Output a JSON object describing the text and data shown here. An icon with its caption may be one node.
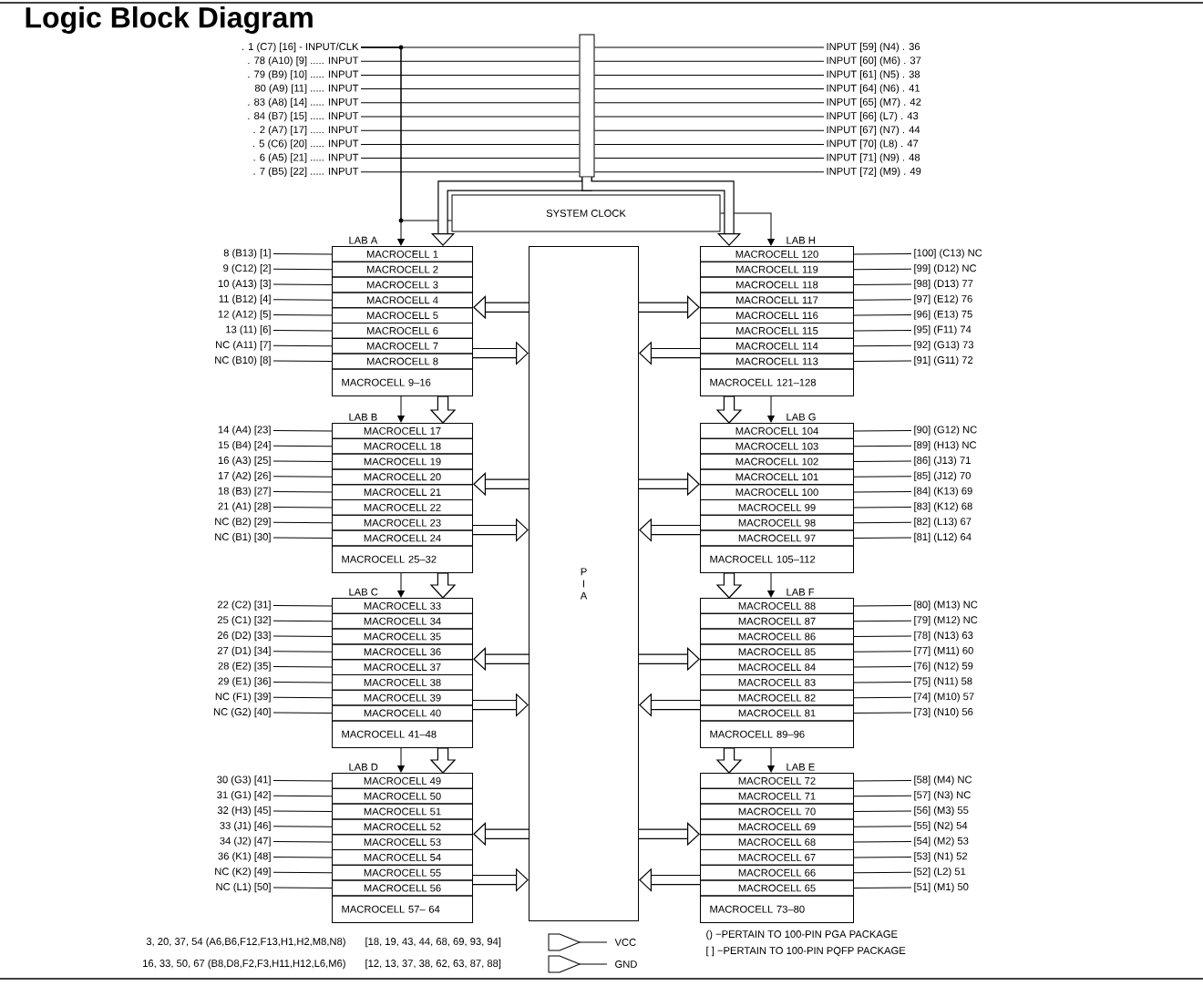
{
  "diagram": {
    "title": "Logic Block Diagram",
    "nodes": [
      {
        "text": [
          ". 1 (C7) [16] - INPUT/CLK"
        ]
      },
      {
        "text": [
          ". 78 (A10) [9] ..... INPUT"
        ]
      },
      {
        "text": [
          ". 79 (B9) [10] ..... INPUT"
        ]
      },
      {
        "text": [
          "80 (A9) [11] ..... INPUT"
        ]
      },
      {
        "text": [
          ". 83 (A8) [14] ..... INPUT"
        ]
      },
      {
        "text": [
          ". 84 (B7) [15] ..... INPUT"
        ]
      },
      {
        "text": [
          ". 2 (A7) [17] ..... INPUT"
        ]
      },
      {
        "text": [
          ". 5 (C6) [20] ..... INPUT"
        ]
      },
      {
        "text": [
          ". 6 (A5) [21] ..... INPUT"
        ]
      },
      {
        "text": [
          ". 7 (B5) [22] ..... INPUT"
        ]
      },
      {
        "text": [
          "INPUT [59] (N4) . 36"
        ]
      },
      {
        "text": [
          "INPUT [60] (M6) . 37"
        ]
      },
      {
        "text": [
          "INPUT [61] (N5) . 38"
        ]
      },
      {
        "text": [
          "INPUT [64] (N6) . 41"
        ]
      },
      {
        "text": [
          "INPUT [65] (M7) . 42"
        ]
      },
      {
        "text": [
          "INPUT [66] (L7) . 43"
        ]
      },
      {
        "text": [
          "INPUT [67] (N7) . 44"
        ]
      },
      {
        "text": [
          "INPUT [70] (L8) . 47"
        ]
      },
      {
        "text": [
          "INPUT [71] (N9) . 48"
        ]
      },
      {
        "text": [
          "INPUT [72] (M9) . 49"
        ]
      },
      {
        "text": [],
        "shape": "bar"
      },
      {
        "text": [
          "SYSTEM CLOCK"
        ]
      },
      {
        "text": [
          "LAB A"
        ]
      },
      {
        "text": [
          "MACROCELL 1"
        ],
        "in": 22
      },
      {
        "text": [
          "MACROCELL 2"
        ],
        "in": 22
      },
      {
        "text": [
          "MACROCELL 3"
        ],
        "in": 22
      },
      {
        "text": [
          "MACROCELL 4"
        ],
        "in": 22
      },
      {
        "text": [
          "MACROCELL 5"
        ],
        "in": 22
      },
      {
        "text": [
          "MACROCELL 6"
        ],
        "in": 22
      },
      {
        "text": [
          "MACROCELL 7"
        ],
        "in": 22
      },
      {
        "text": [
          "MACROCELL 8"
        ],
        "in": 22
      },
      {
        "text": [
          "MACROCELL 9–16"
        ],
        "in": 22
      },
      {
        "text": [
          "LAB H"
        ]
      },
      {
        "text": [
          "MACROCELL 120"
        ],
        "in": 32
      },
      {
        "text": [
          "MACROCELL 119"
        ],
        "in": 32
      },
      {
        "text": [
          "MACROCELL 118"
        ],
        "in": 32
      },
      {
        "text": [
          "MACROCELL 117"
        ],
        "in": 32
      },
      {
        "text": [
          "MACROCELL 116"
        ],
        "in": 32
      },
      {
        "text": [
          "MACROCELL 115"
        ],
        "in": 32
      },
      {
        "text": [
          "MACROCELL 114"
        ],
        "in": 32
      },
      {
        "text": [
          "MACROCELL 113"
        ],
        "in": 32
      },
      {
        "text": [
          "MACROCELL 121–128"
        ],
        "in": 32
      },
      {
        "text": [
          "LAB B"
        ]
      },
      {
        "text": [
          "MACROCELL 17"
        ],
        "in": 42
      },
      {
        "text": [
          "MACROCELL 18"
        ],
        "in": 42
      },
      {
        "text": [
          "MACROCELL 19"
        ],
        "in": 42
      },
      {
        "text": [
          "MACROCELL 20"
        ],
        "in": 42
      },
      {
        "text": [
          "MACROCELL 21"
        ],
        "in": 42
      },
      {
        "text": [
          "MACROCELL 22"
        ],
        "in": 42
      },
      {
        "text": [
          "MACROCELL 23"
        ],
        "in": 42
      },
      {
        "text": [
          "MACROCELL 24"
        ],
        "in": 42
      },
      {
        "text": [
          "MACROCELL 25–32"
        ],
        "in": 42
      },
      {
        "text": [
          "LAB G"
        ]
      },
      {
        "text": [
          "MACROCELL 104"
        ],
        "in": 52
      },
      {
        "text": [
          "MACROCELL 103"
        ],
        "in": 52
      },
      {
        "text": [
          "MACROCELL 102"
        ],
        "in": 52
      },
      {
        "text": [
          "MACROCELL 101"
        ],
        "in": 52
      },
      {
        "text": [
          "MACROCELL 100"
        ],
        "in": 52
      },
      {
        "text": [
          "MACROCELL 99"
        ],
        "in": 52
      },
      {
        "text": [
          "MACROCELL 98"
        ],
        "in": 52
      },
      {
        "text": [
          "MACROCELL 97"
        ],
        "in": 52
      },
      {
        "text": [
          "MACROCELL 105–112"
        ],
        "in": 52
      },
      {
        "text": [
          "LAB C"
        ]
      },
      {
        "text": [
          "MACROCELL 33"
        ],
        "in": 62
      },
      {
        "text": [
          "MACROCELL 34"
        ],
        "in": 62
      },
      {
        "text": [
          "MACROCELL 35"
        ],
        "in": 62
      },
      {
        "text": [
          "MACROCELL 36"
        ],
        "in": 62
      },
      {
        "text": [
          "MACROCELL 37"
        ],
        "in": 62
      },
      {
        "text": [
          "MACROCELL 38"
        ],
        "in": 62
      },
      {
        "text": [
          "MACROCELL 39"
        ],
        "in": 62
      },
      {
        "text": [
          "MACROCELL 40"
        ],
        "in": 62
      },
      {
        "text": [
          "MACROCELL 41–48"
        ],
        "in": 62
      },
      {
        "text": [
          "LAB F"
        ]
      },
      {
        "text": [
          "MACROCELL 88"
        ],
        "in": 72
      },
      {
        "text": [
          "MACROCELL 87"
        ],
        "in": 72
      },
      {
        "text": [
          "MACROCELL 86"
        ],
        "in": 72
      },
      {
        "text": [
          "MACROCELL 85"
        ],
        "in": 72
      },
      {
        "text": [
          "MACROCELL 84"
        ],
        "in": 72
      },
      {
        "text": [
          "MACROCELL 83"
        ],
        "in": 72
      },
      {
        "text": [
          "MACROCELL 82"
        ],
        "in": 72
      },
      {
        "text": [
          "MACROCELL 81"
        ],
        "in": 72
      },
      {
        "text": [
          "MACROCELL 89–96"
        ],
        "in": 72
      },
      {
        "text": [
          "LAB D"
        ]
      },
      {
        "text": [
          "MACROCELL 49"
        ],
        "in": 82
      },
      {
        "text": [
          "MACROCELL 50"
        ],
        "in": 82
      },
      {
        "text": [
          "MACROCELL 51"
        ],
        "in": 82
      },
      {
        "text": [
          "MACROCELL 52"
        ],
        "in": 82
      },
      {
        "text": [
          "MACROCELL 53"
        ],
        "in": 82
      },
      {
        "text": [
          "MACROCELL 54"
        ],
        "in": 82
      },
      {
        "text": [
          "MACROCELL 55"
        ],
        "in": 82
      },
      {
        "text": [
          "MACROCELL 56"
        ],
        "in": 82
      },
      {
        "text": [
          "MACROCELL 57– 64"
        ],
        "in": 82
      },
      {
        "text": [
          "LAB E"
        ]
      },
      {
        "text": [
          "MACROCELL 72"
        ],
        "in": 92
      },
      {
        "text": [
          "MACROCELL 71"
        ],
        "in": 92
      },
      {
        "text": [
          "MACROCELL 70"
        ],
        "in": 92
      },
      {
        "text": [
          "MACROCELL 69"
        ],
        "in": 92
      },
      {
        "text": [
          "MACROCELL 68"
        ],
        "in": 92
      },
      {
        "text": [
          "MACROCELL 67"
        ],
        "in": 92
      },
      {
        "text": [
          "MACROCELL 66"
        ],
        "in": 92
      },
      {
        "text": [
          "MACROCELL 65"
        ],
        "in": 92
      },
      {
        "text": [
          "MACROCELL 73–80"
        ],
        "in": 92
      },
      {
        "text": [
          "P I A"
        ]
      },
      {
        "text": [
          "8 (B13) [1]"
        ]
      },
      {
        "text": [
          "9 (C12) [2]"
        ]
      },
      {
        "text": [
          "10 (A13) [3]"
        ]
      },
      {
        "text": [
          "11 (B12) [4]"
        ]
      },
      {
        "text": [
          "12 (A12) [5]"
        ]
      },
      {
        "text": [
          "13 (11) [6]"
        ]
      },
      {
        "text": [
          "NC (A11) [7]"
        ]
      },
      {
        "text": [
          "NC (B10) [8]"
        ]
      },
      {
        "text": [
          "[100] (C13) NC"
        ]
      },
      {
        "text": [
          "[99] (D12) NC"
        ]
      },
      {
        "text": [
          "[98] (D13) 77"
        ]
      },
      {
        "text": [
          "[97] (E12) 76"
        ]
      },
      {
        "text": [
          "[96] (E13) 75"
        ]
      },
      {
        "text": [
          "[95] (F11) 74"
        ]
      },
      {
        "text": [
          "[92] (G13) 73"
        ]
      },
      {
        "text": [
          "[91] (G11) 72"
        ]
      },
      {
        "text": [
          "14 (A4) [23]"
        ]
      },
      {
        "text": [
          "15 (B4) [24]"
        ]
      },
      {
        "text": [
          "16 (A3) [25]"
        ]
      },
      {
        "text": [
          "17 (A2) [26]"
        ]
      },
      {
        "text": [
          "18 (B3) [27]"
        ]
      },
      {
        "text": [
          "21 (A1) [28]"
        ]
      },
      {
        "text": [
          "NC (B2) [29]"
        ]
      },
      {
        "text": [
          "NC (B1) [30]"
        ]
      },
      {
        "text": [
          "[90] (G12) NC"
        ]
      },
      {
        "text": [
          "[89] (H13) NC"
        ]
      },
      {
        "text": [
          "[86] (J13) 71"
        ]
      },
      {
        "text": [
          "[85] (J12) 70"
        ]
      },
      {
        "text": [
          "[84] (K13) 69"
        ]
      },
      {
        "text": [
          "[83] (K12) 68"
        ]
      },
      {
        "text": [
          "[82] (L13) 67"
        ]
      },
      {
        "text": [
          "[81] (L12) 64"
        ]
      },
      {
        "text": [
          "22 (C2) [31]"
        ]
      },
      {
        "text": [
          "25 (C1) [32]"
        ]
      },
      {
        "text": [
          "26 (D2) [33]"
        ]
      },
      {
        "text": [
          "27 (D1) [34]"
        ]
      },
      {
        "text": [
          "28 (E2) [35]"
        ]
      },
      {
        "text": [
          "29 (E1) [36]"
        ]
      },
      {
        "text": [
          "NC (F1) [39]"
        ]
      },
      {
        "text": [
          "NC (G2) [40]"
        ]
      },
      {
        "text": [
          "[80] (M13) NC"
        ]
      },
      {
        "text": [
          "[79] (M12) NC"
        ]
      },
      {
        "text": [
          "[78] (N13) 63"
        ]
      },
      {
        "text": [
          "[77] (M11) 60"
        ]
      },
      {
        "text": [
          "[76] (N12) 59"
        ]
      },
      {
        "text": [
          "[75] (N11) 58"
        ]
      },
      {
        "text": [
          "[74] (M10) 57"
        ]
      },
      {
        "text": [
          "[73] (N10) 56"
        ]
      },
      {
        "text": [
          "30 (G3) [41]"
        ]
      },
      {
        "text": [
          "31 (G1) [42]"
        ]
      },
      {
        "text": [
          "32 (H3) [45]"
        ]
      },
      {
        "text": [
          "33 (J1) [46]"
        ]
      },
      {
        "text": [
          "34 (J2) [47]"
        ]
      },
      {
        "text": [
          "36 (K1) [48]"
        ]
      },
      {
        "text": [
          "NC (K2) [49]"
        ]
      },
      {
        "text": [
          "NC (L1) [50]"
        ]
      },
      {
        "text": [
          "[58] (M4) NC"
        ]
      },
      {
        "text": [
          "[57] (N3) NC"
        ]
      },
      {
        "text": [
          "[56] (M3) 55"
        ]
      },
      {
        "text": [
          "[55] (N2) 54"
        ]
      },
      {
        "text": [
          "[54] (M2) 53"
        ]
      },
      {
        "text": [
          "[53] (N1) 52"
        ]
      },
      {
        "text": [
          "[52] (L2) 51"
        ]
      },
      {
        "text": [
          "[51] (M1) 50"
        ]
      }
    ],
    "edges": [
      {
        "from": 0,
        "to": 20,
        "arrow": "none"
      },
      {
        "from": 1,
        "to": 20,
        "arrow": "none"
      },
      {
        "from": 2,
        "to": 20,
        "arrow": "none"
      },
      {
        "from": 3,
        "to": 20,
        "arrow": "none"
      },
      {
        "from": 4,
        "to": 20,
        "arrow": "none"
      },
      {
        "from": 5,
        "to": 20,
        "arrow": "none"
      },
      {
        "from": 6,
        "to": 20,
        "arrow": "none"
      },
      {
        "from": 7,
        "to": 20,
        "arrow": "none"
      },
      {
        "from": 8,
        "to": 20,
        "arrow": "none"
      },
      {
        "from": 9,
        "to": 20,
        "arrow": "none"
      },
      {
        "from": 20,
        "to": 10,
        "arrow": "none"
      },
      {
        "from": 20,
        "to": 11,
        "arrow": "none"
      },
      {
        "from": 20,
        "to": 12,
        "arrow": "none"
      },
      {
        "from": 20,
        "to": 13,
        "arrow": "none"
      },
      {
        "from": 20,
        "to": 14,
        "arrow": "none"
      },
      {
        "from": 20,
        "to": 15,
        "arrow": "none"
      },
      {
        "from": 20,
        "to": 16,
        "arrow": "none"
      },
      {
        "from": 20,
        "to": 17,
        "arrow": "none"
      },
      {
        "from": 20,
        "to": 18,
        "arrow": "none"
      },
      {
        "from": 20,
        "to": 19,
        "arrow": "none"
      },
      {
        "from": 0,
        "to": 22,
        "arrow": "to"
      },
      {
        "from": 0,
        "to": 21,
        "arrow": "none"
      },
      {
        "from": 21,
        "to": 32,
        "arrow": "to"
      },
      {
        "from": 20,
        "to": 22,
        "arrow": "to",
        "style": "thick"
      },
      {
        "from": 20,
        "to": 32,
        "arrow": "to",
        "style": "thick"
      },
      {
        "from": 22,
        "to": 42,
        "arrow": "to"
      },
      {
        "from": 22,
        "to": 42,
        "arrow": "to",
        "style": "thick"
      },
      {
        "from": 32,
        "to": 52,
        "arrow": "to"
      },
      {
        "from": 32,
        "to": 52,
        "arrow": "to",
        "style": "thick"
      },
      {
        "from": 42,
        "to": 62,
        "arrow": "to"
      },
      {
        "from": 42,
        "to": 62,
        "arrow": "to",
        "style": "thick"
      },
      {
        "from": 52,
        "to": 72,
        "arrow": "to"
      },
      {
        "from": 52,
        "to": 72,
        "arrow": "to",
        "style": "thick"
      },
      {
        "from": 62,
        "to": 82,
        "arrow": "to"
      },
      {
        "from": 62,
        "to": 82,
        "arrow": "to",
        "style": "thick"
      },
      {
        "from": 72,
        "to": 92,
        "arrow": "to"
      },
      {
        "from": 72,
        "to": 92,
        "arrow": "to",
        "style": "thick"
      },
      {
        "from": 102,
        "to": 22,
        "arrow": "to",
        "style": "thick"
      },
      {
        "from": 22,
        "to": 102,
        "arrow": "to",
        "style": "thick"
      },
      {
        "from": 102,
        "to": 32,
        "arrow": "to",
        "style": "thick"
      },
      {
        "from": 32,
        "to": 102,
        "arrow": "to",
        "style": "thick"
      },
      {
        "from": 102,
        "to": 42,
        "arrow": "to",
        "style": "thick"
      },
      {
        "from": 42,
        "to": 102,
        "arrow": "to",
        "style": "thick"
      },
      {
        "from": 102,
        "to": 52,
        "arrow": "to",
        "style": "thick"
      },
      {
        "from": 52,
        "to": 102,
        "arrow": "to",
        "style": "thick"
      },
      {
        "from": 102,
        "to": 62,
        "arrow": "to",
        "style": "thick"
      },
      {
        "from": 62,
        "to": 102,
        "arrow": "to",
        "style": "thick"
      },
      {
        "from": 102,
        "to": 72,
        "arrow": "to",
        "style": "thick"
      },
      {
        "from": 72,
        "to": 102,
        "arrow": "to",
        "style": "thick"
      },
      {
        "from": 102,
        "to": 82,
        "arrow": "to",
        "style": "thick"
      },
      {
        "from": 82,
        "to": 102,
        "arrow": "to",
        "style": "thick"
      },
      {
        "from": 102,
        "to": 92,
        "arrow": "to",
        "style": "thick"
      },
      {
        "from": 92,
        "to": 102,
        "arrow": "to",
        "style": "thick"
      },
      {
        "from": 103,
        "to": 23,
        "arrow": "none"
      },
      {
        "from": 104,
        "to": 24,
        "arrow": "none"
      },
      {
        "from": 105,
        "to": 25,
        "arrow": "none"
      },
      {
        "from": 106,
        "to": 26,
        "arrow": "none"
      },
      {
        "from": 107,
        "to": 27,
        "arrow": "none"
      },
      {
        "from": 108,
        "to": 28,
        "arrow": "none"
      },
      {
        "from": 109,
        "to": 29,
        "arrow": "none"
      },
      {
        "from": 110,
        "to": 30,
        "arrow": "none"
      },
      {
        "from": 33,
        "to": 111,
        "arrow": "none"
      },
      {
        "from": 34,
        "to": 112,
        "arrow": "none"
      },
      {
        "from": 35,
        "to": 113,
        "arrow": "none"
      },
      {
        "from": 36,
        "to": 114,
        "arrow": "none"
      },
      {
        "from": 37,
        "to": 115,
        "arrow": "none"
      },
      {
        "from": 38,
        "to": 116,
        "arrow": "none"
      },
      {
        "from": 39,
        "to": 117,
        "arrow": "none"
      },
      {
        "from": 40,
        "to": 118,
        "arrow": "none"
      },
      {
        "from": 119,
        "to": 43,
        "arrow": "none"
      },
      {
        "from": 120,
        "to": 44,
        "arrow": "none"
      },
      {
        "from": 121,
        "to": 45,
        "arrow": "none"
      },
      {
        "from": 122,
        "to": 46,
        "arrow": "none"
      },
      {
        "from": 123,
        "to": 47,
        "arrow": "none"
      },
      {
        "from": 124,
        "to": 48,
        "arrow": "none"
      },
      {
        "from": 125,
        "to": 49,
        "arrow": "none"
      },
      {
        "from": 126,
        "to": 50,
        "arrow": "none"
      },
      {
        "from": 53,
        "to": 127,
        "arrow": "none"
      },
      {
        "from": 54,
        "to": 128,
        "arrow": "none"
      },
      {
        "from": 55,
        "to": 129,
        "arrow": "none"
      },
      {
        "from": 56,
        "to": 130,
        "arrow": "none"
      },
      {
        "from": 57,
        "to": 131,
        "arrow": "none"
      },
      {
        "from": 58,
        "to": 132,
        "arrow": "none"
      },
      {
        "from": 59,
        "to": 133,
        "arrow": "none"
      },
      {
        "from": 60,
        "to": 134,
        "arrow": "none"
      },
      {
        "from": 135,
        "to": 63,
        "arrow": "none"
      },
      {
        "from": 136,
        "to": 64,
        "arrow": "none"
      },
      {
        "from": 137,
        "to": 65,
        "arrow": "none"
      },
      {
        "from": 138,
        "to": 66,
        "arrow": "none"
      },
      {
        "from": 139,
        "to": 67,
        "arrow": "none"
      },
      {
        "from": 140,
        "to": 68,
        "arrow": "none"
      },
      {
        "from": 141,
        "to": 69,
        "arrow": "none"
      },
      {
        "from": 142,
        "to": 70,
        "arrow": "none"
      },
      {
        "from": 73,
        "to": 143,
        "arrow": "none"
      },
      {
        "from": 74,
        "to": 144,
        "arrow": "none"
      },
      {
        "from": 75,
        "to": 145,
        "arrow": "none"
      },
      {
        "from": 76,
        "to": 146,
        "arrow": "none"
      },
      {
        "from": 77,
        "to": 147,
        "arrow": "none"
      },
      {
        "from": 78,
        "to": 148,
        "arrow": "none"
      },
      {
        "from": 79,
        "to": 149,
        "arrow": "none"
      },
      {
        "from": 80,
        "to": 150,
        "arrow": "none"
      },
      {
        "from": 151,
        "to": 83,
        "arrow": "none"
      },
      {
        "from": 152,
        "to": 84,
        "arrow": "none"
      },
      {
        "from": 153,
        "to": 85,
        "arrow": "none"
      },
      {
        "from": 154,
        "to": 86,
        "arrow": "none"
      },
      {
        "from": 155,
        "to": 87,
        "arrow": "none"
      },
      {
        "from": 156,
        "to": 88,
        "arrow": "none"
      },
      {
        "from": 157,
        "to": 89,
        "arrow": "none"
      },
      {
        "from": 158,
        "to": 90,
        "arrow": "none"
      },
      {
        "from": 93,
        "to": 159,
        "arrow": "none"
      },
      {
        "from": 94,
        "to": 160,
        "arrow": "none"
      },
      {
        "from": 95,
        "to": 161,
        "arrow": "none"
      },
      {
        "from": 96,
        "to": 162,
        "arrow": "none"
      },
      {
        "from": 97,
        "to": 163,
        "arrow": "none"
      },
      {
        "from": 98,
        "to": 164,
        "arrow": "none"
      },
      {
        "from": 99,
        "to": 165,
        "arrow": "none"
      },
      {
        "from": 100,
        "to": 166,
        "arrow": "none"
      }
    ],
    "labels": [
      "3, 20, 37, 54 (A6,B6,F12,F13,H1,H2,M8,N8)",
      "[18, 19, 43, 44, 68, 69, 93, 94]",
      "VCC",
      "() −PERTAIN TO 100-PIN PGA PACKAGE",
      "16, 33, 50, 67 (B8,D8,F2,F3,H11,H12,L6,M6)",
      "[12, 13, 37, 38, 62, 63, 87, 88]",
      "GND",
      "[ ] −PERTAIN TO 100-PIN PQFP PACKAGE"
    ]
  }
}
